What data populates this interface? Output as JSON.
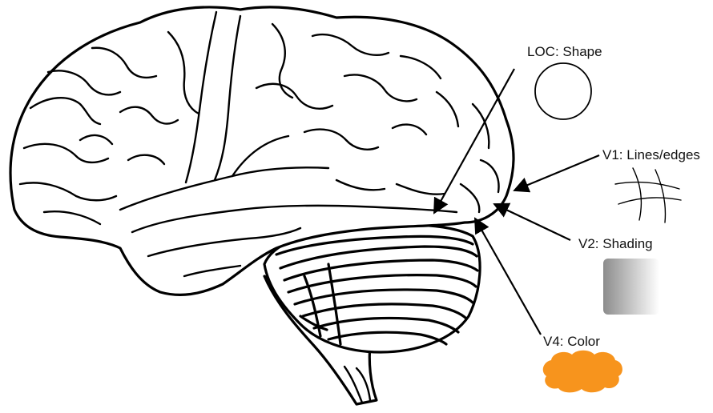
{
  "labels": {
    "loc": "LOC: Shape",
    "v1": "V1: Lines/edges",
    "v2": "V2: Shading",
    "v4": "V4: Color"
  },
  "icons": {
    "shape": "circle-outline-icon",
    "lines": "crossing-curves-icon",
    "shading": "gradient-square-icon",
    "color": "orange-blob-icon"
  },
  "colors": {
    "outline": "#000000",
    "color_blob": "#F7941D",
    "shading_dark": "#8C8C8C",
    "shading_light": "#FFFFFF"
  }
}
